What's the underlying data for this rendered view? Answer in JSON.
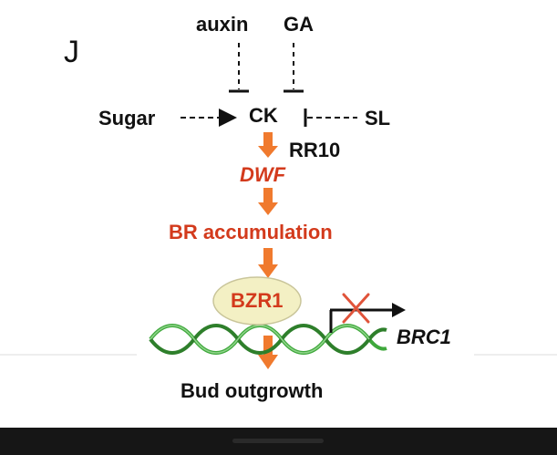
{
  "panel_label": "J",
  "nodes": {
    "auxin": "auxin",
    "ga": "GA",
    "sugar": "Sugar",
    "ck": "CK",
    "sl": "SL",
    "rr10": "RR10",
    "dwf": "DWF",
    "br_accumulation": "BR accumulation",
    "bzr1": "BZR1",
    "brc1": "BRC1",
    "bud_outgrowth": "Bud outgrowth"
  },
  "colors": {
    "text": "#111111",
    "highlight_text": "#d33a1c",
    "arrow_orange": "#f07a2e",
    "ellipse_fill": "#f3f0c4",
    "dna_strand": "#3fa83c",
    "cross": "#e0533a",
    "bottom_bar": "#161616"
  },
  "icons": [
    "inhibition-bar",
    "dashed-arrow",
    "block-arrow-down",
    "dna-helix",
    "promoter-arrow",
    "cross-mark"
  ]
}
